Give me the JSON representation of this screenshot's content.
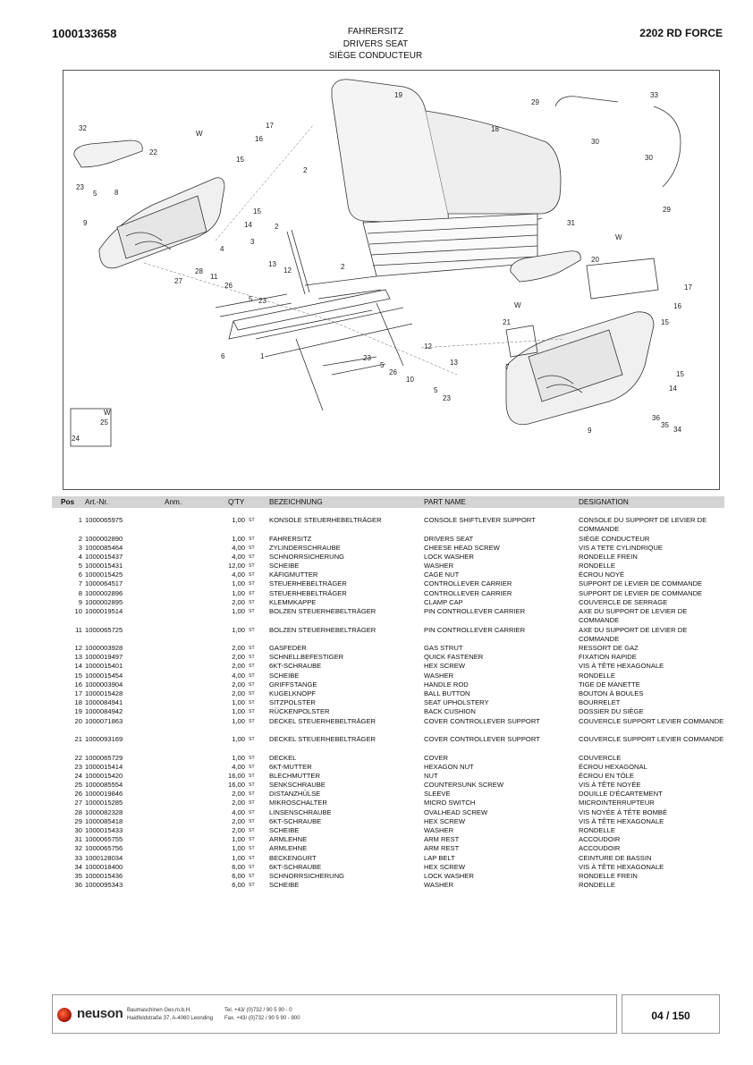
{
  "header": {
    "doc_number": "1000133658",
    "model": "2202 RD FORCE",
    "title_de": "FAHRERSITZ",
    "title_en": "DRIVERS SEAT",
    "title_fr": "SIÈGE CONDUCTEUR"
  },
  "figure": {
    "callouts": [
      "19",
      "18",
      "29",
      "33",
      "30",
      "30",
      "29",
      "32",
      "17",
      "16",
      "15",
      "22",
      "W",
      "23",
      "5",
      "8",
      "15",
      "9",
      "14",
      "2",
      "3",
      "4",
      "28",
      "13",
      "12",
      "27",
      "11",
      "26",
      "5",
      "23",
      "2",
      "2",
      "31",
      "W",
      "20",
      "17",
      "16",
      "15",
      "W",
      "21",
      "7",
      "6",
      "1",
      "12",
      "23",
      "5",
      "13",
      "26",
      "10",
      "5",
      "23",
      "15",
      "14",
      "36",
      "35",
      "34",
      "9",
      "W",
      "25",
      "24"
    ]
  },
  "table": {
    "headers": {
      "pos": "Pos",
      "art": "Art.-Nr.",
      "anm": "Anm.",
      "qty": "Q'TY",
      "de": "BEZEICHNUNG",
      "en": "PART NAME",
      "fr": "DESIGNATION"
    },
    "rows": [
      {
        "pos": "1",
        "art": "1000065975",
        "qty": "1,00",
        "unit": "ST",
        "de": "KONSOLE STEUERHEBELTRÄGER",
        "en": "CONSOLE SHIFTLEVER SUPPORT",
        "fr": "CONSOLE DU SUPPORT DE LEVIER DE COMMANDE"
      },
      {
        "pos": "2",
        "art": "1000002890",
        "qty": "1,00",
        "unit": "ST",
        "de": "FAHRERSITZ",
        "en": "DRIVERS SEAT",
        "fr": "SIÈGE CONDUCTEUR"
      },
      {
        "pos": "3",
        "art": "1000085464",
        "qty": "4,00",
        "unit": "ST",
        "de": "ZYLINDERSCHRAUBE",
        "en": "CHEESE HEAD SCREW",
        "fr": "VIS A TETE CYLINDRIQUE"
      },
      {
        "pos": "4",
        "art": "1000015437",
        "qty": "4,00",
        "unit": "ST",
        "de": "SCHNORRSICHERUNG",
        "en": "LOCK WASHER",
        "fr": "RONDELLE FREIN"
      },
      {
        "pos": "5",
        "art": "1000015431",
        "qty": "12,00",
        "unit": "ST",
        "de": "SCHEIBE",
        "en": "WASHER",
        "fr": "RONDELLE"
      },
      {
        "pos": "6",
        "art": "1000015425",
        "qty": "4,00",
        "unit": "ST",
        "de": "KÄFIGMUTTER",
        "en": "CAGE NUT",
        "fr": "ÉCROU NOYÉ"
      },
      {
        "pos": "7",
        "art": "1000064517",
        "qty": "1,00",
        "unit": "ST",
        "de": "STEUERHEBELTRÄGER",
        "en": "CONTROLLEVER CARRIER",
        "fr": "SUPPORT DE LEVIER DE COMMANDE"
      },
      {
        "pos": "8",
        "art": "1000002896",
        "qty": "1,00",
        "unit": "ST",
        "de": "STEUERHEBELTRÄGER",
        "en": "CONTROLLEVER CARRIER",
        "fr": "SUPPORT DE LEVIER DE COMMANDE"
      },
      {
        "pos": "9",
        "art": "1000002895",
        "qty": "2,00",
        "unit": "ST",
        "de": "KLEMMKAPPE",
        "en": "CLAMP CAP",
        "fr": "COUVERCLE DE SERRAGE"
      },
      {
        "pos": "10",
        "art": "1000019514",
        "qty": "1,00",
        "unit": "ST",
        "de": "BOLZEN STEUERHEBELTRÄGER",
        "en": "PIN CONTROLLEVER CARRIER",
        "fr": "AXE DU SUPPORT DE LEVIER DE COMMANDE"
      },
      {
        "pos": "11",
        "art": "1000065725",
        "qty": "1,00",
        "unit": "ST",
        "de": "BOLZEN STEUERHEBELTRÄGER",
        "en": "PIN CONTROLLEVER CARRIER",
        "fr": "AXE DU SUPPORT DE LEVIER DE COMMANDE"
      },
      {
        "pos": "12",
        "art": "1000003928",
        "qty": "2,00",
        "unit": "ST",
        "de": "GASFEDER",
        "en": "GAS STRUT",
        "fr": "RESSORT DE GAZ"
      },
      {
        "pos": "13",
        "art": "1000019497",
        "qty": "2,00",
        "unit": "ST",
        "de": "SCHNELLBEFESTIGER",
        "en": "QUICK FASTENER",
        "fr": "FIXATION RAPIDE"
      },
      {
        "pos": "14",
        "art": "1000015401",
        "qty": "2,00",
        "unit": "ST",
        "de": "6KT-SCHRAUBE",
        "en": "HEX SCREW",
        "fr": "VIS À TÊTE HEXAGONALE"
      },
      {
        "pos": "15",
        "art": "1000015454",
        "qty": "4,00",
        "unit": "ST",
        "de": "SCHEIBE",
        "en": "WASHER",
        "fr": "RONDELLE"
      },
      {
        "pos": "16",
        "art": "1000003904",
        "qty": "2,00",
        "unit": "ST",
        "de": "GRIFFSTANGE",
        "en": "HANDLE ROD",
        "fr": "TIGE DE MANETTE"
      },
      {
        "pos": "17",
        "art": "1000015428",
        "qty": "2,00",
        "unit": "ST",
        "de": "KUGELKNOPF",
        "en": "BALL BUTTON",
        "fr": "BOUTON À BOULES"
      },
      {
        "pos": "18",
        "art": "1000084941",
        "qty": "1,00",
        "unit": "ST",
        "de": "SITZPOLSTER",
        "en": "SEAT UPHOLSTERY",
        "fr": "BOURRELET"
      },
      {
        "pos": "19",
        "art": "1000084942",
        "qty": "1,00",
        "unit": "ST",
        "de": "RÜCKENPOLSTER",
        "en": "BACK CUSHION",
        "fr": "DOSSIER DU SIÈGE"
      },
      {
        "pos": "20",
        "art": "1000071863",
        "qty": "1,00",
        "unit": "ST",
        "de": "DECKEL STEUERHEBELTRÄGER",
        "en": "COVER CONTROLLEVER SUPPORT",
        "fr": "COUVERCLE SUPPORT LEVIER COMMANDE"
      },
      {
        "pos": "21",
        "art": "1000093169",
        "qty": "1,00",
        "unit": "ST",
        "de": "DECKEL STEUERHEBELTRÄGER",
        "en": "COVER CONTROLLEVER SUPPORT",
        "fr": "COUVERCLE SUPPORT LEVIER COMMANDE"
      },
      {
        "pos": "22",
        "art": "1000065729",
        "qty": "1,00",
        "unit": "ST",
        "de": "DECKEL",
        "en": "COVER",
        "fr": "COUVERCLE"
      },
      {
        "pos": "23",
        "art": "1000015414",
        "qty": "4,00",
        "unit": "ST",
        "de": "6KT-MUTTER",
        "en": "HEXAGON NUT",
        "fr": "ÉCROU HEXAGONAL"
      },
      {
        "pos": "24",
        "art": "1000015420",
        "qty": "16,00",
        "unit": "ST",
        "de": "BLECHMUTTER",
        "en": "NUT",
        "fr": "ÉCROU EN TÔLE"
      },
      {
        "pos": "25",
        "art": "1000085554",
        "qty": "16,00",
        "unit": "ST",
        "de": "SENKSCHRAUBE",
        "en": "COUNTERSUNK SCREW",
        "fr": "VIS À TÊTE NOYÉE"
      },
      {
        "pos": "26",
        "art": "1000019846",
        "qty": "2,00",
        "unit": "ST",
        "de": "DISTANZHÜLSE",
        "en": "SLEEVE",
        "fr": "DOUILLE D'ÉCARTEMENT"
      },
      {
        "pos": "27",
        "art": "1000015285",
        "qty": "2,00",
        "unit": "ST",
        "de": "MIKROSCHALTER",
        "en": "MICRO SWITCH",
        "fr": "MICROINTERRUPTEUR"
      },
      {
        "pos": "28",
        "art": "1000082328",
        "qty": "4,00",
        "unit": "ST",
        "de": "LINSENSCHRAUBE",
        "en": "OVALHEAD SCREW",
        "fr": "VIS NOYÉE À TÊTE BOMBÉ"
      },
      {
        "pos": "29",
        "art": "1000085418",
        "qty": "2,00",
        "unit": "ST",
        "de": "6KT-SCHRAUBE",
        "en": "HEX SCREW",
        "fr": "VIS À TÊTE HEXAGONALE"
      },
      {
        "pos": "30",
        "art": "1000015433",
        "qty": "2,00",
        "unit": "ST",
        "de": "SCHEIBE",
        "en": "WASHER",
        "fr": "RONDELLE"
      },
      {
        "pos": "31",
        "art": "1000065755",
        "qty": "1,00",
        "unit": "ST",
        "de": "ARMLEHNE",
        "en": "ARM REST",
        "fr": "ACCOUDOIR"
      },
      {
        "pos": "32",
        "art": "1000065756",
        "qty": "1,00",
        "unit": "ST",
        "de": "ARMLEHNE",
        "en": "ARM REST",
        "fr": "ACCOUDOIR"
      },
      {
        "pos": "33",
        "art": "1000128034",
        "qty": "1,00",
        "unit": "ST",
        "de": "BECKENGURT",
        "en": "LAP BELT",
        "fr": "CEINTURE DE BASSIN"
      },
      {
        "pos": "34",
        "art": "1000018400",
        "qty": "6,00",
        "unit": "ST",
        "de": "6KT-SCHRAUBE",
        "en": "HEX SCREW",
        "fr": "VIS À TÊTE HEXAGONALE"
      },
      {
        "pos": "35",
        "art": "1000015436",
        "qty": "6,00",
        "unit": "ST",
        "de": "SCHNORRSICHERUNG",
        "en": "LOCK WASHER",
        "fr": "RONDELLE FREIN"
      },
      {
        "pos": "36",
        "art": "1000095343",
        "qty": "6,00",
        "unit": "ST",
        "de": "SCHEIBE",
        "en": "WASHER",
        "fr": "RONDELLE"
      }
    ]
  },
  "footer": {
    "logo": "neuson",
    "company_line1": "Baumaschinen Ges.m.b.H.",
    "company_line2": "Haidfeldstraße 37, A-4060 Leonding",
    "phone": "Tel. +43/ (0)732 / 90 5 90 - 0",
    "fax": "Fax. +43/ (0)732 / 90 5 90 - 900",
    "page": "04 / 150"
  }
}
